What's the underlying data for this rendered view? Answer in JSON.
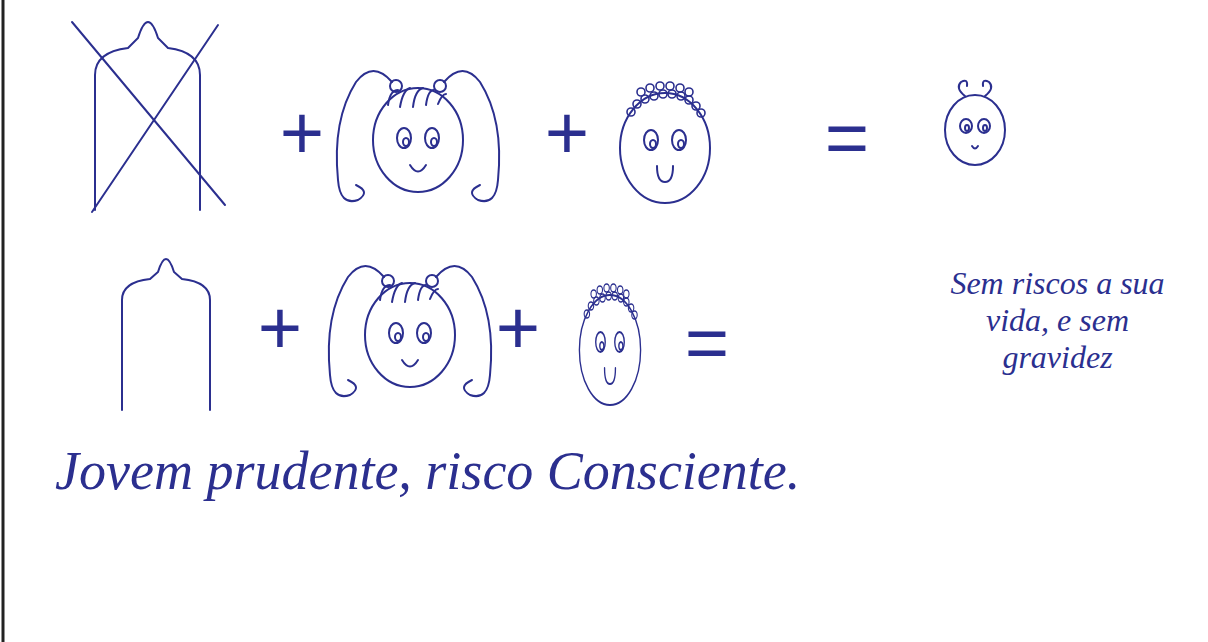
{
  "diagram": {
    "labels": [
      "+",
      "+",
      "=",
      "+",
      "+",
      "=",
      "Sem riscos a sua vida, e sem gravidez",
      "Jovem prudente, risco Consciente."
    ]
  }
}
